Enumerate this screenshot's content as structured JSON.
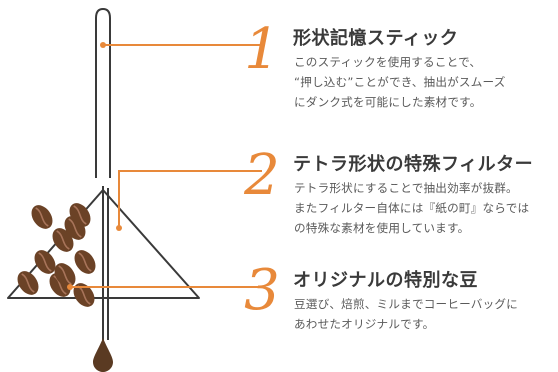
{
  "colors": {
    "accent": "#e8893a",
    "outline": "#3a3a3a",
    "bean": "#6b4226",
    "bean_crease": "#a8745a",
    "drop": "#5a3a22"
  },
  "features": [
    {
      "number": "1",
      "title": "形状記憶スティック",
      "lines": [
        "このスティックを使用することで、",
        "“押し込む”ことができ、抽出がスムーズ",
        "にダンク式を可能にした素材です。"
      ]
    },
    {
      "number": "2",
      "title": "テトラ形状の特殊フィルター",
      "lines": [
        "テトラ形状にすることで抽出効率が抜群。",
        "またフィルター自体には『紙の町』ならでは",
        "の特殊な素材を使用しています。"
      ]
    },
    {
      "number": "3",
      "title": "オリジナルの特別な豆",
      "lines": [
        "豆選び、焙煎、ミルまでコーヒーバッグに",
        "あわせたオリジナルです。"
      ]
    }
  ]
}
